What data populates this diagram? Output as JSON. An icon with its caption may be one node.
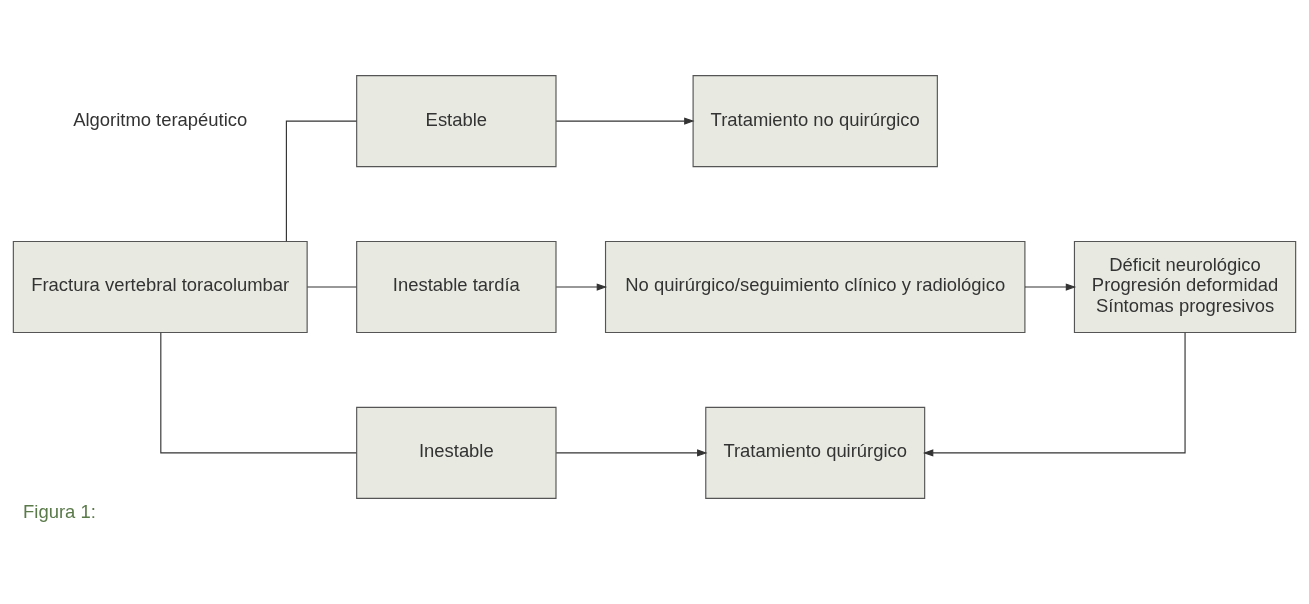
{
  "diagram": {
    "caption": "Figura 1:",
    "nodes": [
      {
        "text": [
          "Fractura vertebral toracolumbar"
        ]
      },
      {
        "text": [
          "Estable"
        ]
      },
      {
        "text": [
          "Tratamiento no quirúrgico"
        ]
      },
      {
        "text": [
          "Inestable tardía"
        ]
      },
      {
        "text": [
          "No quirúrgico/seguimiento clínico y radiológico"
        ]
      },
      {
        "text": [
          "Déficit neurológico",
          "Progresión deformidad",
          "Síntomas progresivos"
        ]
      },
      {
        "text": [
          "Inestable"
        ]
      },
      {
        "text": [
          "Tratamiento quirúrgico"
        ]
      }
    ],
    "edges": [
      {
        "from": 0,
        "to": 1,
        "arrow": "none"
      },
      {
        "from": 0,
        "to": 3,
        "arrow": "none"
      },
      {
        "from": 0,
        "to": 6,
        "arrow": "none"
      },
      {
        "from": 1,
        "to": 2,
        "arrow": "to"
      },
      {
        "from": 3,
        "to": 4,
        "arrow": "to"
      },
      {
        "from": 4,
        "to": 5,
        "arrow": "to"
      },
      {
        "from": 6,
        "to": 7,
        "arrow": "to"
      },
      {
        "from": 5,
        "to": 7,
        "arrow": "to"
      }
    ],
    "labels": [
      "Algoritmo terapéutico"
    ]
  }
}
